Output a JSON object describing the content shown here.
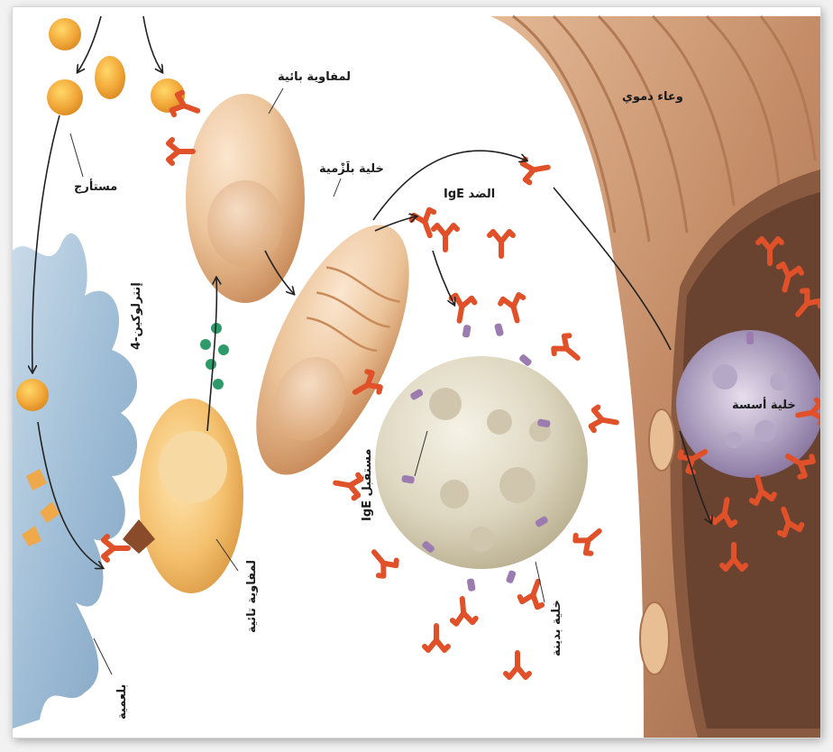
{
  "labels": {
    "allergen": "مستأرج",
    "helper_t_cell": "لمفاوية بائية",
    "plasma_cell": "خلية بلَزْمية",
    "ige_antibody": "الضد IgE",
    "blood_vessel": "وعاء دموي",
    "interleukin": "إنترلوكين-4",
    "ige_receptor": "مستقبل IgE",
    "mast_cell": "خلية أسسة",
    "t_cell": "لمفاوية تائية",
    "basophil": "خلية بدينة",
    "phagocyte": "بلعمية"
  }
}
